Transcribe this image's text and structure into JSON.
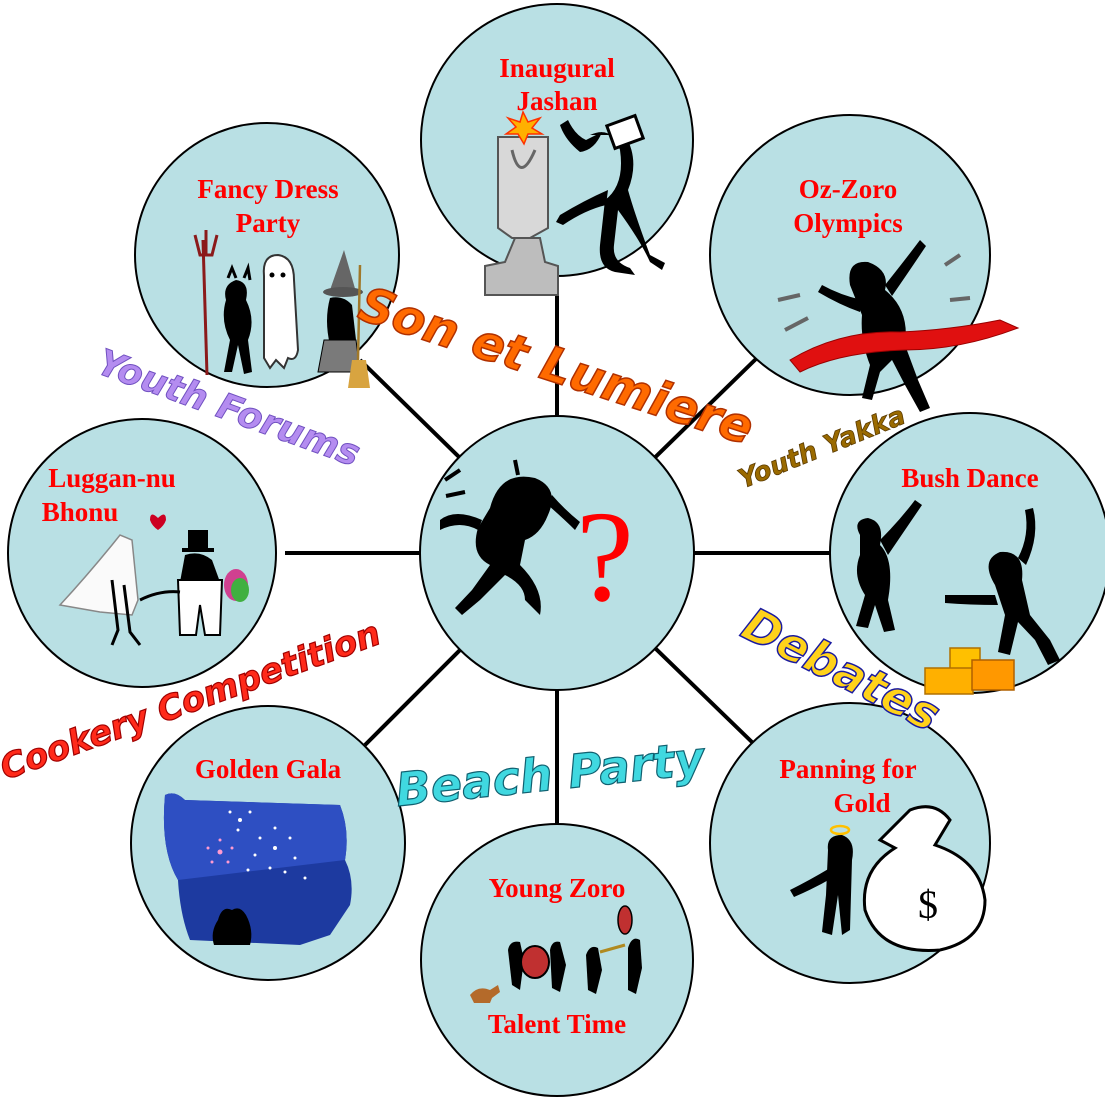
{
  "diagram": {
    "center": {
      "symbol": "?"
    },
    "events": [
      {
        "id": "inaugural",
        "lines": [
          "Inaugural",
          "Jashan"
        ]
      },
      {
        "id": "fancy-dress",
        "lines": [
          "Fancy Dress",
          "Party"
        ]
      },
      {
        "id": "oz-zoro",
        "lines": [
          "Oz-Zoro",
          "Olympics"
        ]
      },
      {
        "id": "luggan",
        "lines": [
          "Luggan-nu",
          "Bhonu"
        ]
      },
      {
        "id": "bush-dance",
        "lines": [
          "Bush Dance"
        ]
      },
      {
        "id": "golden-gala",
        "lines": [
          "Golden Gala"
        ]
      },
      {
        "id": "panning",
        "lines": [
          "Panning for",
          "Gold"
        ]
      },
      {
        "id": "young-zoro",
        "lines": [
          "Young Zoro",
          "Talent Time"
        ]
      }
    ],
    "banners": [
      {
        "id": "son-et-lumiere",
        "text": "Son et Lumiere"
      },
      {
        "id": "youth-forums",
        "text": "Youth Forums"
      },
      {
        "id": "youth-yakka",
        "text": "Youth Yakka"
      },
      {
        "id": "debates",
        "text": "Debates"
      },
      {
        "id": "cookery",
        "text": "Cookery Competition"
      },
      {
        "id": "beach-party",
        "text": "Beach Party"
      }
    ],
    "colors": {
      "circle_fill": "#b9e0e4",
      "label_text": "#ff0000",
      "son_et_lumiere": "#ff6a00",
      "youth_forums": "#b48cf0",
      "youth_yakka": "#9a6a00",
      "debates": "#ffd21a",
      "cookery": "#ff2a1a",
      "beach_party": "#40d8e0"
    },
    "icons": {
      "center": "confused-figure-icon",
      "inaugural": "torch-lighting-figure-icon",
      "fancy-dress": "costume-figures-icon",
      "oz-zoro": "runner-finish-line-icon",
      "luggan": "wedding-couple-icon",
      "bush-dance": "dancing-figures-icon",
      "golden-gala": "fireworks-night-icon",
      "panning": "money-bag-figure-icon",
      "young-zoro": "marching-band-icon"
    }
  }
}
